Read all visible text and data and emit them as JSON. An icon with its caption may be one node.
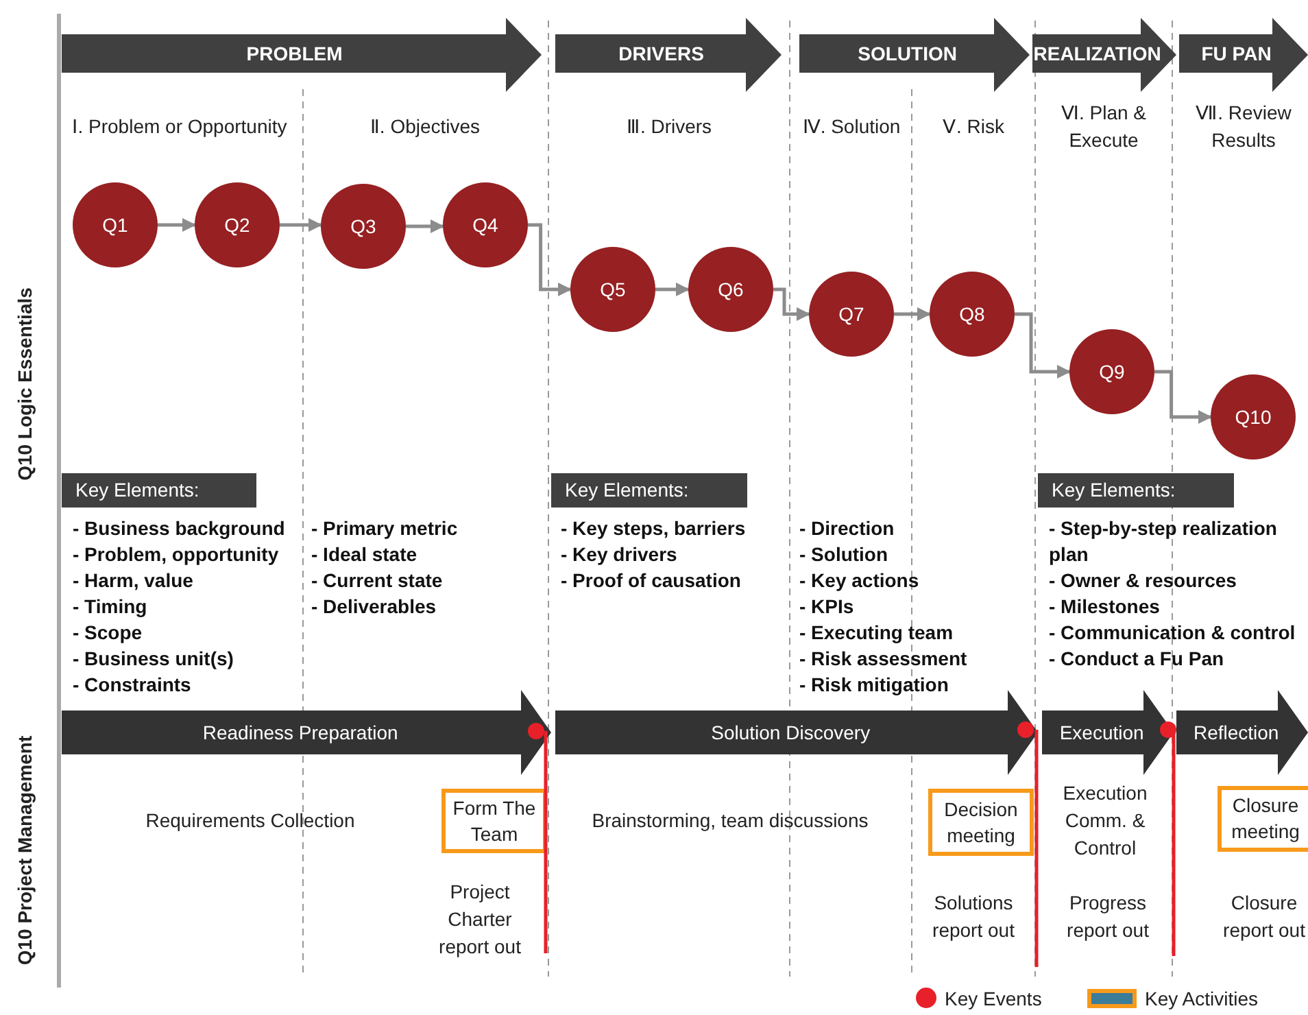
{
  "diagram": {
    "nodes": [
      {
        "text": [
          "PROBLEM"
        ]
      },
      {
        "text": [
          "DRIVERS"
        ]
      },
      {
        "text": [
          "SOLUTION"
        ]
      },
      {
        "text": [
          "REALIZATION"
        ]
      },
      {
        "text": [
          "FU PAN"
        ]
      },
      {
        "text": [
          "Q1"
        ]
      },
      {
        "text": [
          "Q2"
        ]
      },
      {
        "text": [
          "Q3"
        ]
      },
      {
        "text": [
          "Q4"
        ]
      },
      {
        "text": [
          "Q5"
        ]
      },
      {
        "text": [
          "Q6"
        ]
      },
      {
        "text": [
          "Q7"
        ]
      },
      {
        "text": [
          "Q8"
        ]
      },
      {
        "text": [
          "Q9"
        ]
      },
      {
        "text": [
          "Q10"
        ]
      },
      {
        "text": [
          "Key Elements:"
        ]
      },
      {
        "text": [
          "Key Elements:"
        ]
      },
      {
        "text": [
          "Key Elements:"
        ]
      },
      {
        "text": [
          "Readiness Preparation"
        ]
      },
      {
        "text": [
          "Solution Discovery"
        ]
      },
      {
        "text": [
          "Execution"
        ]
      },
      {
        "text": [
          "Reflection"
        ]
      },
      {
        "text": [
          "Form The Team"
        ]
      },
      {
        "text": [
          "Decision meeting"
        ]
      },
      {
        "text": [
          "Closure meeting"
        ]
      }
    ],
    "edges": [
      {
        "from": 5,
        "to": 6,
        "arrow": "to"
      },
      {
        "from": 6,
        "to": 7,
        "arrow": "to"
      },
      {
        "from": 7,
        "to": 8,
        "arrow": "to"
      },
      {
        "from": 8,
        "to": 9,
        "arrow": "to"
      },
      {
        "from": 9,
        "to": 10,
        "arrow": "to"
      },
      {
        "from": 10,
        "to": 11,
        "arrow": "to"
      },
      {
        "from": 11,
        "to": 12,
        "arrow": "to"
      },
      {
        "from": 12,
        "to": 13,
        "arrow": "to"
      },
      {
        "from": 13,
        "to": 14,
        "arrow": "to"
      }
    ],
    "labels": [
      "Ⅰ. Problem or Opportunity",
      "Ⅱ. Objectives",
      "Ⅲ. Drivers",
      "Ⅳ. Solution",
      "Ⅴ. Risk",
      "Ⅵ. Plan & Execute",
      "Ⅶ. Review Results",
      "Q10 Logic Essentials",
      "- Business background",
      "- Problem, opportunity",
      "- Harm, value",
      "- Timing",
      "- Scope",
      "- Business unit(s)",
      "- Constraints",
      "- Primary metric",
      "- Ideal state",
      "- Current state",
      "- Deliverables",
      "- Key steps, barriers",
      "- Key drivers",
      "- Proof of causation",
      "- Direction",
      "- Solution",
      "- Key actions",
      "- KPIs",
      "- Executing team",
      "- Risk assessment",
      "- Risk mitigation",
      "- Step-by-step realization plan",
      "- Owner & resources",
      "- Milestones",
      "- Communication & control",
      "- Conduct a Fu Pan",
      "Q10 Project Management",
      "Requirements Collection",
      "Brainstorming, team discussions",
      "Project Charter report out",
      "Execution Comm. & Control",
      "Solutions report out",
      "Progress report out",
      "Closure report out"
    ],
    "legend": [
      {
        "text": "Key Events",
        "color": "#e8202a"
      },
      {
        "text": "Key Activities"
      }
    ]
  }
}
